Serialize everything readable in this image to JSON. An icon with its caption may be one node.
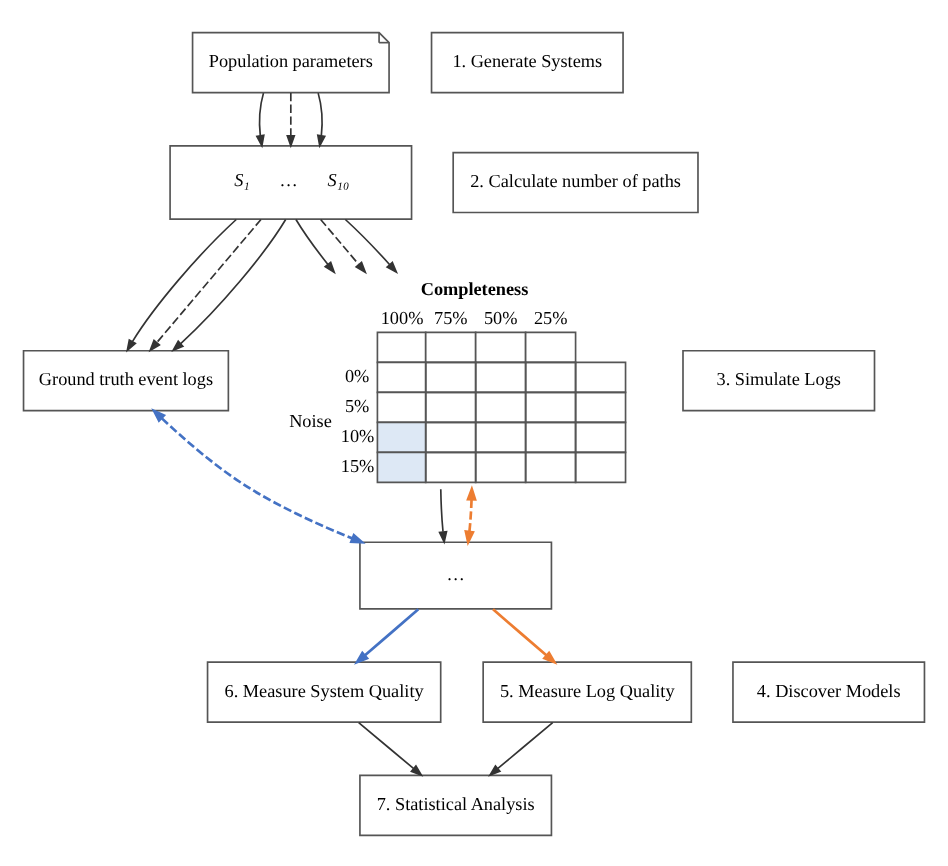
{
  "diagram": {
    "nodes": [
      {
        "text": [
          "Population parameters"
        ]
      },
      {
        "text": [
          "1. Generate Systems"
        ]
      },
      {
        "text": [
          "S₁",
          "…",
          "S₁₀"
        ]
      },
      {
        "text": [
          "2. Calculate number of paths"
        ]
      },
      {
        "text": [
          "3. Simulate Logs"
        ]
      },
      {
        "text": [
          "Ground truth event logs"
        ]
      },
      {
        "text": [
          "Completeness",
          "100%",
          "75%",
          "50%",
          "25%",
          "Noise",
          "0%",
          "5%",
          "10%",
          "15%"
        ]
      },
      {
        "text": [
          "4. Discover Models"
        ]
      },
      {
        "text": [
          "…"
        ]
      },
      {
        "text": [
          "6. Measure System Quality"
        ]
      },
      {
        "text": [
          "5. Measure Log Quality"
        ]
      },
      {
        "text": [
          "7. Statistical Analysis"
        ]
      }
    ],
    "edges": [
      {
        "from": 0,
        "to": 2,
        "arrow": "to"
      },
      {
        "from": 0,
        "to": 2,
        "arrow": "to",
        "style": "dashed"
      },
      {
        "from": 0,
        "to": 2,
        "arrow": "to"
      },
      {
        "from": 2,
        "to": 5,
        "arrow": "to"
      },
      {
        "from": 2,
        "to": 5,
        "arrow": "to",
        "style": "dashed"
      },
      {
        "from": 2,
        "to": 5,
        "arrow": "to"
      },
      {
        "from": 2,
        "to": 6,
        "arrow": "to"
      },
      {
        "from": 2,
        "to": 6,
        "arrow": "to",
        "style": "dashed"
      },
      {
        "from": 2,
        "to": 6,
        "arrow": "to"
      },
      {
        "from": 6,
        "to": 8,
        "arrow": "to"
      },
      {
        "from": 5,
        "to": 8,
        "arrow": "both",
        "style": "dashed",
        "color": "#4472c4"
      },
      {
        "from": 8,
        "to": 9,
        "arrow": "to",
        "color": "#4472c4"
      },
      {
        "from": 6,
        "to": 8,
        "arrow": "both",
        "style": "dashed",
        "color": "#ed7d31"
      },
      {
        "from": 8,
        "to": 10,
        "arrow": "to",
        "color": "#ed7d31"
      },
      {
        "from": 9,
        "to": 11,
        "arrow": "to"
      },
      {
        "from": 10,
        "to": 11,
        "arrow": "to"
      }
    ]
  }
}
